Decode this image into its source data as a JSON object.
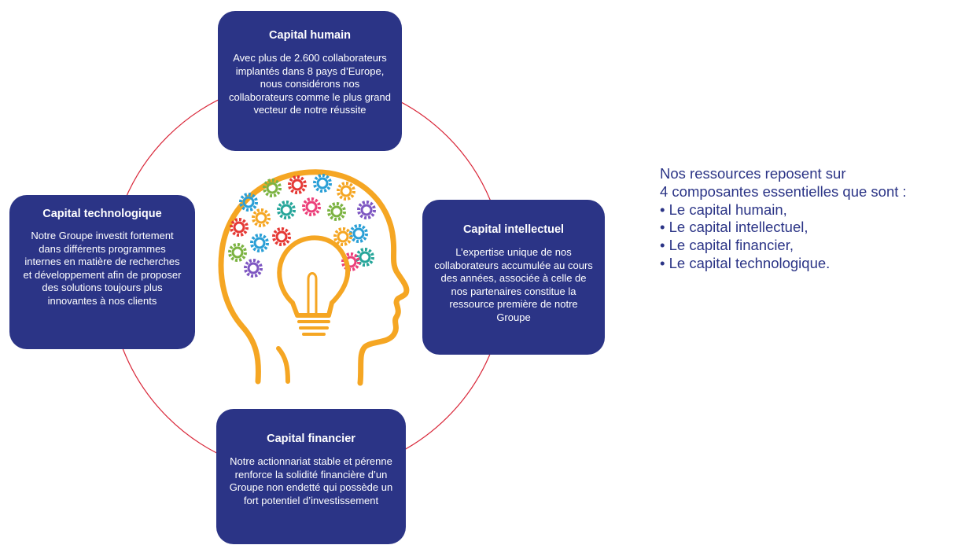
{
  "cards": {
    "top": {
      "title": "Capital humain",
      "body": "Avec plus de 2.600 collaborateurs implantés dans 8 pays d’Europe, nous considérons nos collaborateurs comme le plus grand vecteur de notre réussite"
    },
    "right": {
      "title": "Capital intellectuel",
      "body": "L’expertise unique de nos collaborateurs accumulée au cours des années, associée à celle de nos partenaires constitue la ressource première de notre Groupe"
    },
    "left": {
      "title": "Capital technologique",
      "body": "Notre Groupe investit fortement dans différents programmes internes en matière de recherches et développement afin de proposer des solutions toujours plus innovantes à nos clients"
    },
    "bottom": {
      "title": "Capital financier",
      "body": "Notre actionnariat stable et pérenne renforce la solidité financière d’un Groupe non endetté qui possède un fort potentiel d’investissement"
    }
  },
  "side_text": {
    "intro_line1": "Nos ressources reposent sur",
    "intro_line2": "4 composantes essentielles que sont :",
    "items": [
      "• Le capital humain,",
      "• Le capital intellectuel,",
      "• Le capital financier,",
      "• Le capital technologique."
    ]
  },
  "colors": {
    "card_bg": "#2b3486",
    "ring": "#d9283a",
    "text_accent": "#2b3486",
    "head_outline": "#f5a623"
  },
  "icons": {
    "center": "head-with-gears-and-lightbulb-icon"
  }
}
